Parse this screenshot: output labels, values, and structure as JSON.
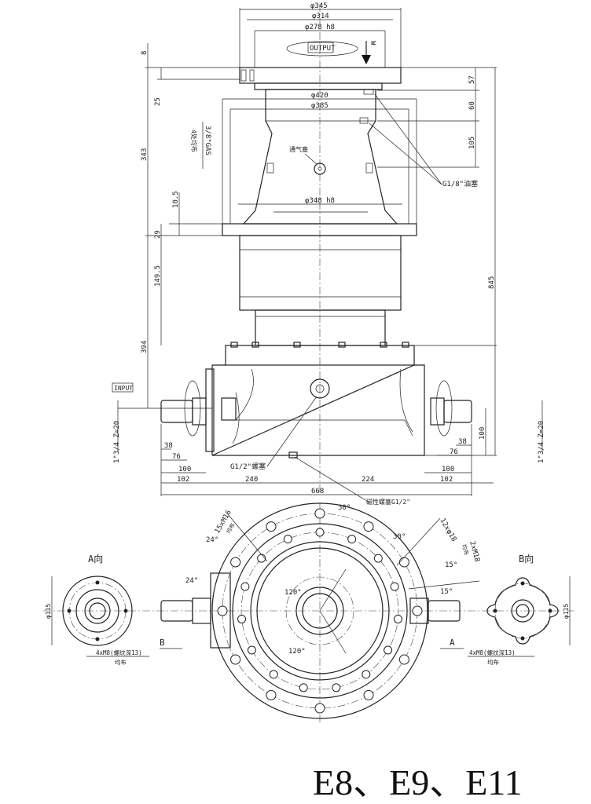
{
  "dimensions": {
    "d345": "φ345",
    "d314": "φ314",
    "d278": "φ278 h8",
    "d420": "φ420",
    "d385": "φ385",
    "d348": "φ348 h8",
    "h8": "8",
    "h25": "25",
    "h343": "343",
    "h10_5": "10.5",
    "h29": "29",
    "h149_5": "149.5",
    "h394": "394",
    "r57": "57",
    "r60": "60",
    "r105": "105",
    "r845": "845",
    "r100": "100",
    "spline_left": "1\"3/4 Z=20",
    "spline_right": "1\"3/4 Z=20",
    "b38l": "38",
    "b76l": "76",
    "b100l": "100",
    "b102l": "102",
    "b240": "240",
    "b224": "224",
    "b100r": "100",
    "b102r": "102",
    "b38r": "38",
    "b76r": "76",
    "b668": "668",
    "a30a": "30°",
    "a30b": "30°",
    "a24a": "24°",
    "a24b": "24°",
    "a120a": "120°",
    "a120b": "120°",
    "a15a": "15°",
    "a15b": "15°",
    "a_d115": "φ115",
    "b_d115": "φ115"
  },
  "labels": {
    "output": "OUTPUT",
    "input": "INPUT",
    "w": "W",
    "gas": "3/8\"GAS",
    "gas_note": "4处均布",
    "vent": "通气塞",
    "oil_plug": "G1/8\"油塞",
    "drain_plug": "G1/2\"螺塞",
    "magnetic_plug": "磁性螺塞G1/2\"",
    "holes_15": "15xM16",
    "holes_15_note": "均布",
    "holes_12": "12xφ18",
    "holes_2": "2xM18",
    "holes_2_note": "均布",
    "view_a": "A向",
    "view_b": "B向",
    "arrow_a": "A",
    "arrow_b": "B",
    "a_thread": "4xM8(螺纹深13)",
    "a_thread_note": "均布",
    "b_thread": "4xM8(螺纹深13)",
    "b_thread_note": "均布"
  },
  "title": "E8、E9、E11"
}
